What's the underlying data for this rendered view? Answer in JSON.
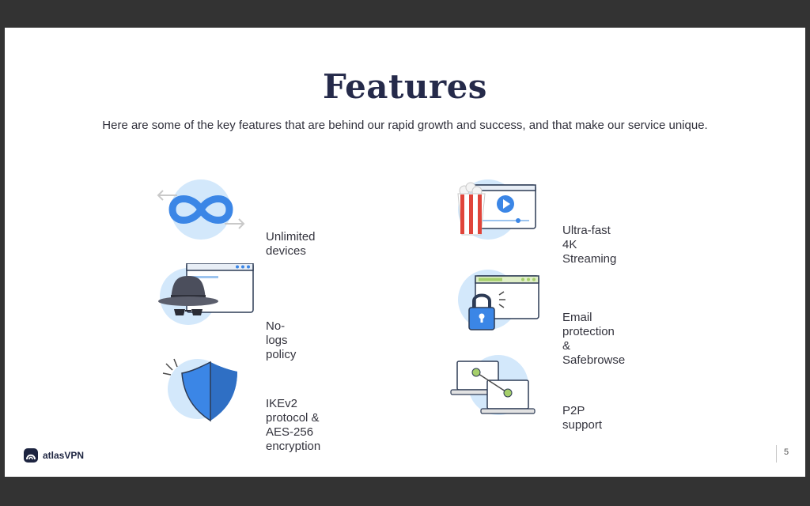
{
  "slide": {
    "title": "Features",
    "subtitle": "Here are some of the key features that are behind our rapid growth and success, and that make our service unique."
  },
  "features": [
    {
      "label": "Unlimited devices",
      "icon": "infinity-icon"
    },
    {
      "label": "Ultra-fast\n4K Streaming",
      "icon": "popcorn-video-icon"
    },
    {
      "label": "No-logs policy",
      "icon": "spy-hat-icon"
    },
    {
      "label": "Email protection &\nSafebrowse",
      "icon": "lock-browser-icon"
    },
    {
      "label": "IKEv2 protocol &\nAES-256 encryption",
      "icon": "shield-icon"
    },
    {
      "label": "P2P support",
      "icon": "p2p-laptops-icon"
    }
  ],
  "footer": {
    "brand": "atlasVPN",
    "page_number": "5"
  },
  "colors": {
    "accent_blue": "#3b86e6",
    "light_blue": "#cfe6fb",
    "title_navy": "#252a4a"
  }
}
